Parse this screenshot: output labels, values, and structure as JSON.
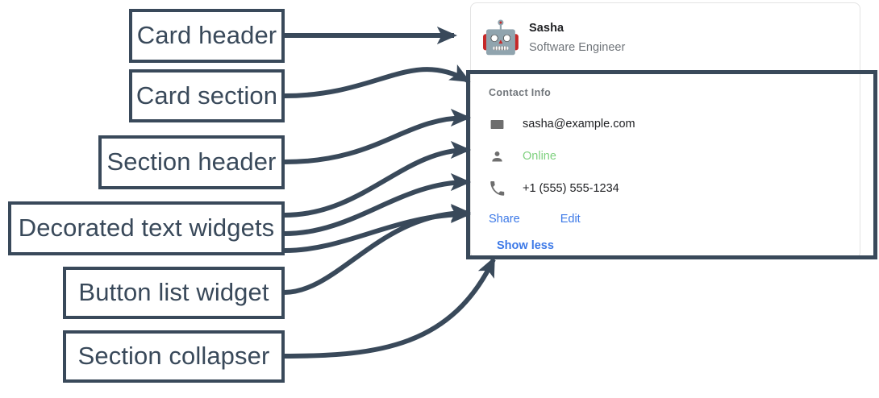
{
  "annotations": {
    "labels": [
      {
        "id": "card-header",
        "text": "Card header"
      },
      {
        "id": "card-section",
        "text": "Card section"
      },
      {
        "id": "section-header",
        "text": "Section header"
      },
      {
        "id": "decorated-text",
        "text": "Decorated text widgets"
      },
      {
        "id": "button-list",
        "text": "Button list widget"
      },
      {
        "id": "section-collapser",
        "text": "Section collapser"
      }
    ],
    "color": "#39495a"
  },
  "card": {
    "header": {
      "avatar_icon": "robot-avatar-icon",
      "avatar_glyph": "🤖",
      "title": "Sasha",
      "subtitle": "Software Engineer"
    },
    "section": {
      "header": "Contact Info",
      "rows": [
        {
          "icon": "envelope-icon",
          "text": "sasha@example.com",
          "color": "#202124"
        },
        {
          "icon": "person-icon",
          "text": "Online",
          "color": "#7fd17f"
        },
        {
          "icon": "phone-icon",
          "text": "+1 (555) 555-1234",
          "color": "#202124"
        }
      ],
      "buttons": [
        {
          "label": "Share"
        },
        {
          "label": "Edit"
        }
      ],
      "collapser": {
        "label": "Show less"
      }
    },
    "colors": {
      "link": "#3b78e7",
      "status_online": "#7fd17f",
      "muted_text": "#70757a",
      "border": "#e3e3e3"
    }
  }
}
